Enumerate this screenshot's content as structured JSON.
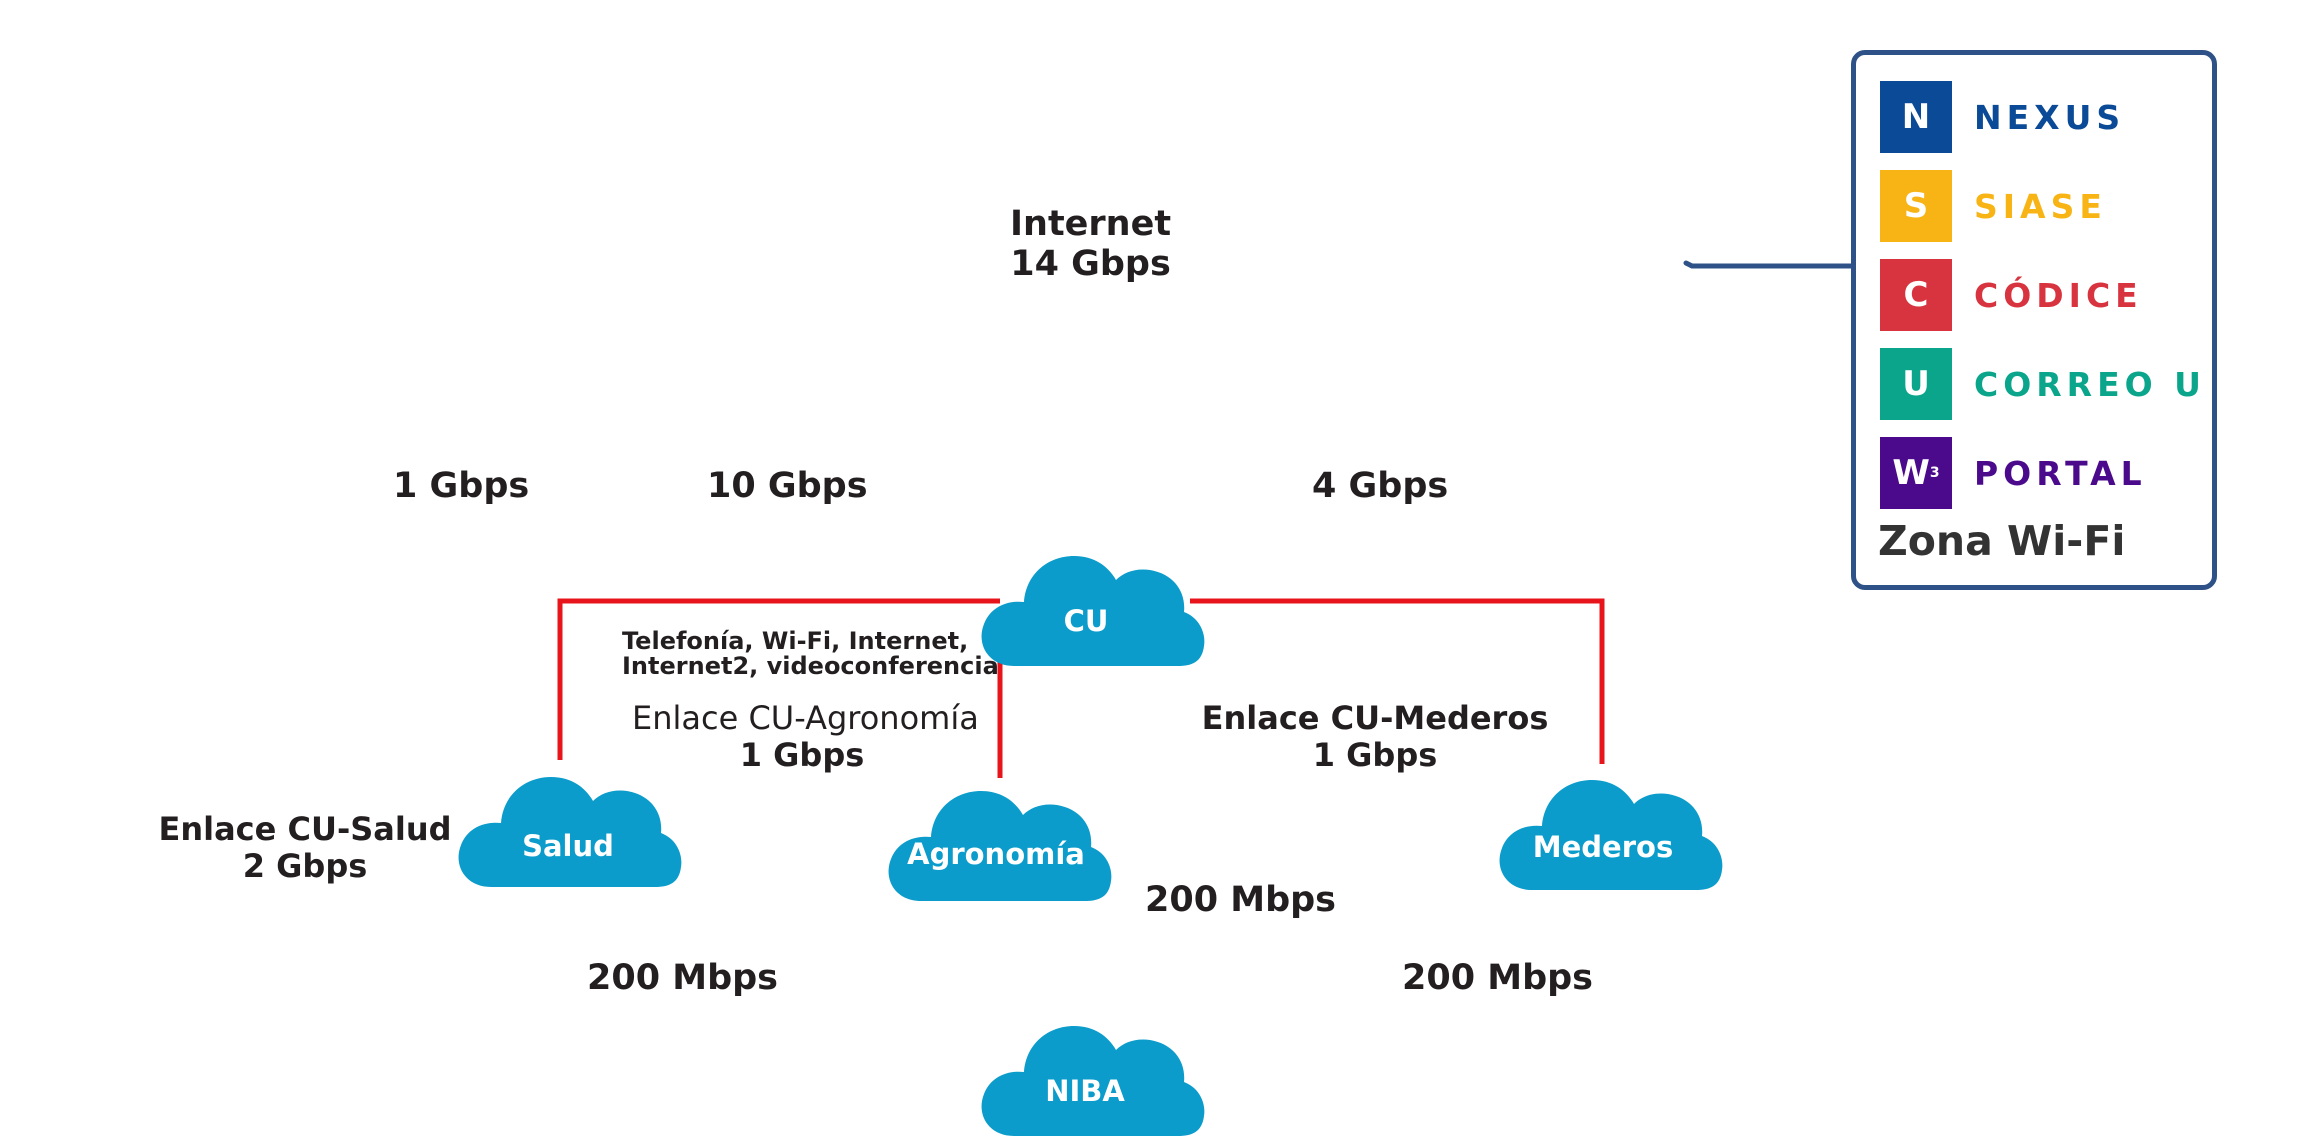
{
  "internet": {
    "title": "Internet",
    "speed": "14 Gbps"
  },
  "bandwidths": {
    "left": "1 Gbps",
    "center_left": "10 Gbps",
    "right": "4 Gbps",
    "salud_niba": "200 Mbps",
    "agronomia_niba": "200 Mbps",
    "mederos_niba": "200 Mbps"
  },
  "services": {
    "line1": "Telefonía, Wi-Fi, Internet,",
    "line2": "Internet2, videoconferencia"
  },
  "links": {
    "agronomia": {
      "title": "Enlace CU-Agronomía",
      "speed": "1 Gbps"
    },
    "mederos": {
      "title": "Enlace CU-Mederos",
      "speed": "1 Gbps"
    },
    "salud": {
      "title": "Enlace CU-Salud",
      "speed": "2 Gbps"
    }
  },
  "clouds": {
    "cu": "CU",
    "salud": "Salud",
    "agronomia": "Agronomía",
    "mederos": "Mederos",
    "niba": "NIBA"
  },
  "legend": {
    "items": [
      {
        "letter": "N",
        "label": "NEXUS",
        "color": "#0a4a96"
      },
      {
        "letter": "S",
        "label": "SIASE",
        "color": "#f7b414"
      },
      {
        "letter": "C",
        "label": "CÓDICE",
        "color": "#d8343f"
      },
      {
        "letter": "U",
        "label": "CORREO U",
        "color": "#0aa58b"
      },
      {
        "letter": "W",
        "label": "PORTAL",
        "color": "#4b0a8c"
      }
    ],
    "zona": "Zona Wi-Fi",
    "border_color": "#2e5287"
  },
  "colors": {
    "link_red": "#e8141b",
    "cloud_blue": "#0b9ccb"
  }
}
